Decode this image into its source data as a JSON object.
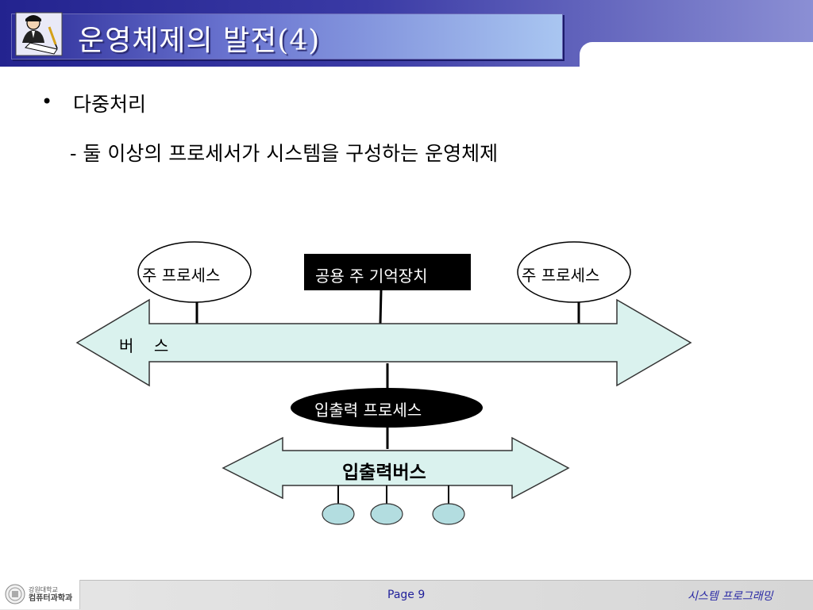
{
  "slide": {
    "title": "운영체제의 발전(4)",
    "bullet_symbol": "•",
    "bullet_text": "다중처리",
    "sub_text": "- 둘 이상의 프로세서가 시스템을 구성하는 운영체제"
  },
  "diagram": {
    "processor_left": "주 프로세스",
    "shared_memory": "공용 주 기억장치",
    "processor_right": "주 프로세스",
    "bus_label": "버    스",
    "io_processor": "입출력 프로세스",
    "io_bus": "입출력버스"
  },
  "footer": {
    "school_line1": "강원대학교",
    "school_line2": "컴퓨터과학과",
    "page": "Page 9",
    "course": "시스템 프로그래밍"
  },
  "colors": {
    "header_dark": "#23238f",
    "bus_fill": "#daf2ee",
    "node_fill": "#b3dde0"
  }
}
